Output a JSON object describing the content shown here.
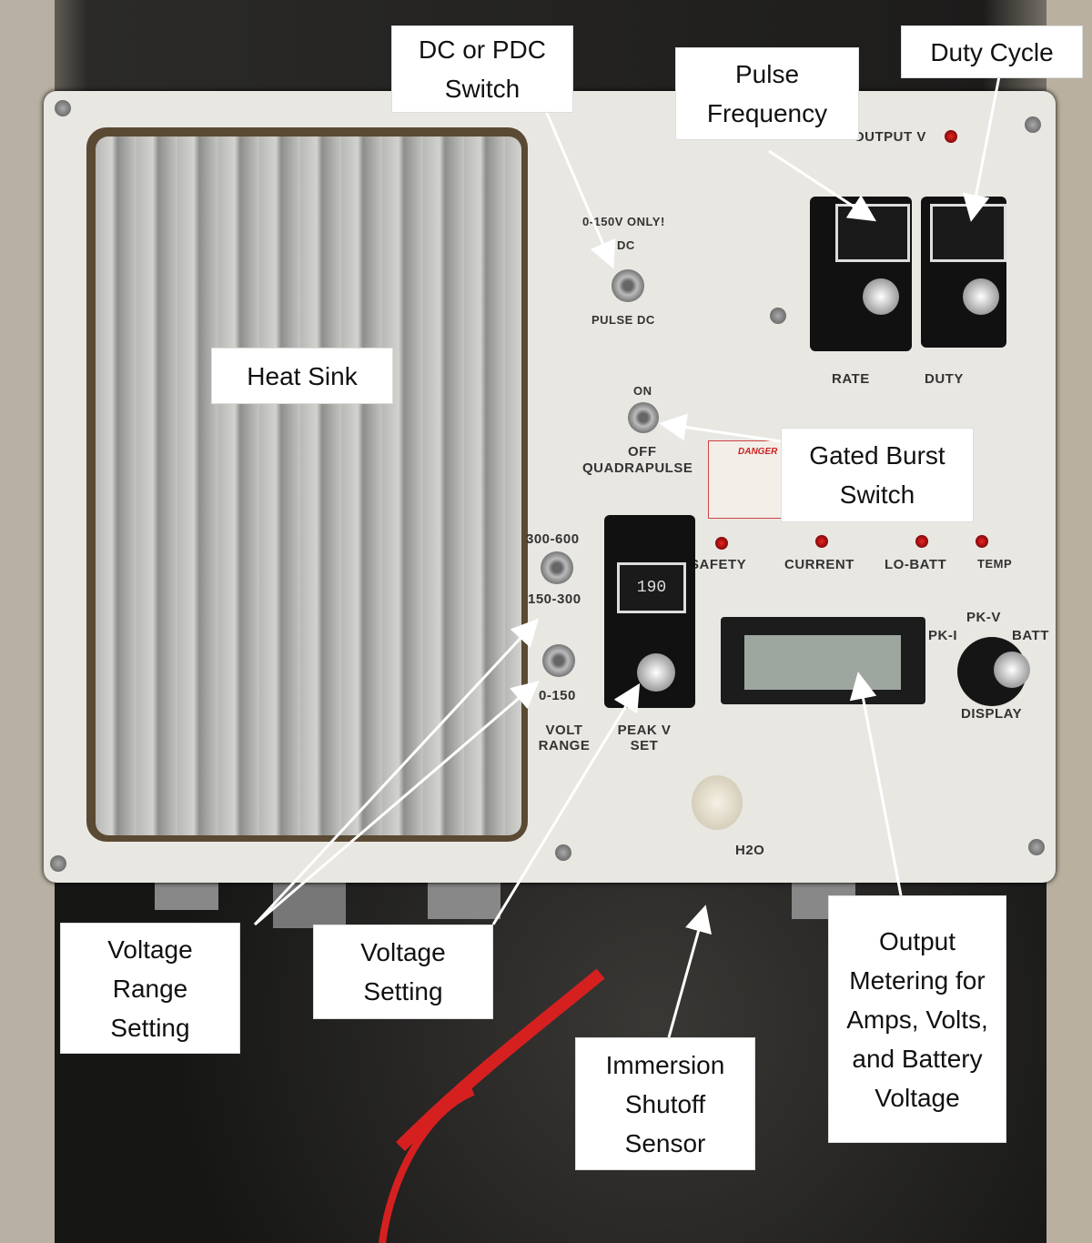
{
  "panel_labels": {
    "output_v": "OUTPUT V",
    "dc_warning": "0-150V ONLY!",
    "dc": "DC",
    "pulse_dc": "PULSE  DC",
    "rate": "RATE",
    "duty": "DUTY",
    "on": "ON",
    "off": "OFF",
    "quadrapulse": "QUADRAPULSE",
    "danger": "DANGER",
    "safety": "SAFETY",
    "current": "CURRENT",
    "lo_batt": "LO-BATT",
    "temp": "TEMP",
    "range_300_600": "300-600",
    "range_150_300": "150-300",
    "range_0_150": "0-150",
    "volt_range": "VOLT RANGE",
    "peak_v_set": "PEAK V SET",
    "pk_v": "PK-V",
    "pk_i": "PK-I",
    "batt": "BATT",
    "display": "DISPLAY",
    "h2o": "H2O",
    "peak_counter": "190"
  },
  "callouts": {
    "dc_pdc": "DC or PDC Switch",
    "pulse_frequency": "Pulse Frequency",
    "duty_cycle": "Duty Cycle",
    "heat_sink": "Heat Sink",
    "gated_burst": "Gated Burst Switch",
    "voltage_range": "Voltage Range Setting",
    "voltage_setting": "Voltage Setting",
    "immersion": "Immersion Shutoff Sensor",
    "output_metering": "Output Metering for Amps, Volts, and Battery Voltage"
  }
}
